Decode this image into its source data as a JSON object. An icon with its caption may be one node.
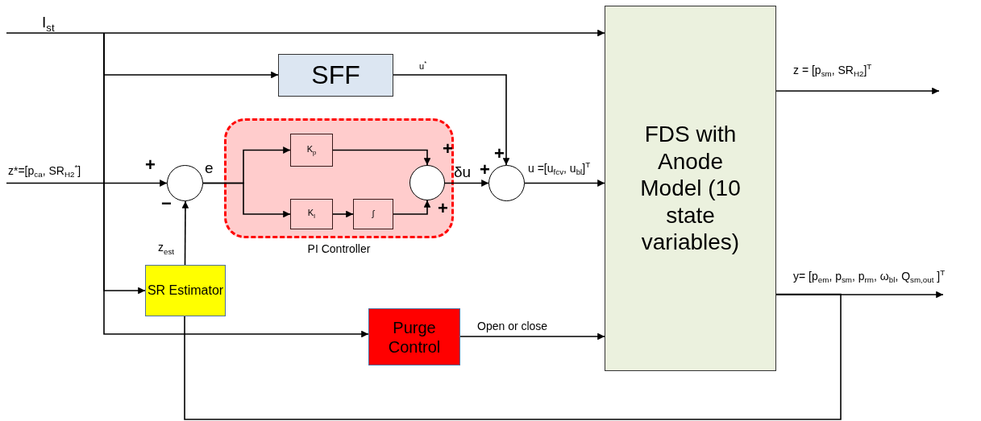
{
  "diagram": {
    "nodes": [
      {
        "text": [
          "PI Controller"
        ]
      },
      {
        "text": [
          "K$_{p}$"
        ],
        "in": 0
      },
      {
        "text": [
          "K$_{I}$"
        ],
        "in": 0
      },
      {
        "text": [
          "∫"
        ],
        "in": 0
      },
      {
        "text": [],
        "shape": "circle",
        "in": 0,
        "beside": [
          "+",
          "+"
        ]
      },
      {
        "text": [
          "SFF"
        ]
      },
      {
        "text": [],
        "shape": "circle",
        "beside": [
          "+",
          "−"
        ]
      },
      {
        "text": [],
        "shape": "circle",
        "beside": [
          "+",
          "+"
        ]
      },
      {
        "text": [
          "FDS with Anode Model (10 state variables)"
        ]
      },
      {
        "text": [
          "SR Estimator"
        ]
      },
      {
        "text": [
          "Purge Control"
        ]
      }
    ],
    "edges": [
      {
        "from": null,
        "to": 8,
        "arrow": "to",
        "label": "I$_{st}$"
      },
      {
        "from": null,
        "to": 5,
        "arrow": "to"
      },
      {
        "from": null,
        "to": 9,
        "arrow": "to"
      },
      {
        "from": null,
        "to": 10,
        "arrow": "to"
      },
      {
        "from": null,
        "to": 6,
        "arrow": "to",
        "label": "z*=[p$_{ca}$, SR$_{H2}$$^{*}$]"
      },
      {
        "from": 6,
        "to": 1,
        "arrow": "to",
        "label": "e"
      },
      {
        "from": 6,
        "to": 2,
        "arrow": "to"
      },
      {
        "from": 1,
        "to": 4,
        "arrow": "to"
      },
      {
        "from": 2,
        "to": 3,
        "arrow": "to"
      },
      {
        "from": 3,
        "to": 4,
        "arrow": "to"
      },
      {
        "from": 4,
        "to": 7,
        "arrow": "to",
        "label": "δu"
      },
      {
        "from": 5,
        "to": 7,
        "arrow": "to",
        "label": "u$^{*}$"
      },
      {
        "from": 7,
        "to": 8,
        "arrow": "to",
        "label": "u =[u$_{fcv}$, u$_{bl}$]$^{T}$"
      },
      {
        "from": 9,
        "to": 6,
        "arrow": "to",
        "label": "z$_{est}$"
      },
      {
        "from": 10,
        "to": 8,
        "arrow": "to",
        "label": "Open or close"
      },
      {
        "from": 8,
        "to": null,
        "arrow": "to",
        "label": "z = [p$_{sm}$, SR$_{H2}$]$^{T}$"
      },
      {
        "from": 8,
        "to": null,
        "arrow": "to",
        "label": "y= [p$_{em}$, p$_{sm}$, p$_{rm}$, ω$_{bl}$, Q$_{sm,out}$ ]$^{T}$"
      },
      {
        "from": 8,
        "to": 9,
        "arrow": "none"
      }
    ]
  }
}
